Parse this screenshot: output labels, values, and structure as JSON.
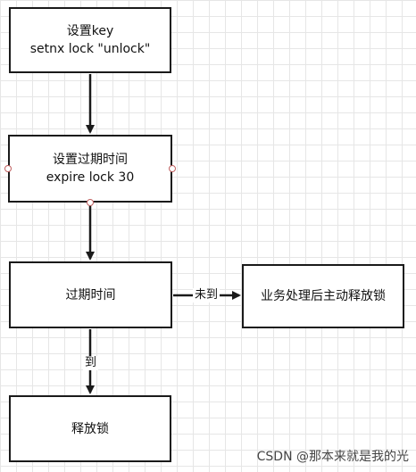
{
  "nodes": {
    "set_key": {
      "line1": "设置key",
      "line2": "setnx lock \"unlock\""
    },
    "set_expire": {
      "line1": "设置过期时间",
      "line2": "expire lock 30"
    },
    "expire_time": {
      "label": "过期时间"
    },
    "business_release": {
      "label": "业务处理后主动释放锁"
    },
    "release_lock": {
      "label": "释放锁"
    }
  },
  "edges": {
    "not_reached": "未到",
    "reached": "到"
  },
  "watermark": "CSDN @那本来就是我的光"
}
